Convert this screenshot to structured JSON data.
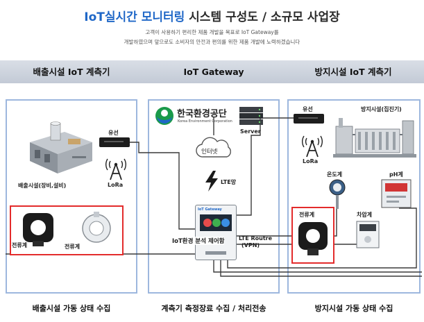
{
  "header": {
    "title_prefix": "IoT실시간 모니터링",
    "title_suffix": " 시스템 구성도 / 소규모 사업장",
    "subtitle_line1": "고객이 사용하기 편리한 제품 개발을 목표로 IoT Gateway를",
    "subtitle_line2": "개발하였으며 앞으로도 소비자의 안전과 편의를 위한 제품 개발에 노력하겠습니다"
  },
  "columns": {
    "left": {
      "heading": "배출시설 IoT 계측기",
      "footer": "배출시설 가동 상태 수집"
    },
    "center": {
      "heading": "IoT Gateway",
      "footer": "계측기 측정장료 수집 / 처리전송"
    },
    "right": {
      "heading": "방지시설 IoT 계측기",
      "footer": "방지시설 가동 상태 수집"
    }
  },
  "left_panel": {
    "router_label": "유선",
    "lora_label": "LoRa",
    "facility_label": "배출시설(장비,설비)",
    "sensor1_label": "전류계",
    "sensor2_label": "전류계"
  },
  "center_panel": {
    "org_name": "한국환경공단",
    "org_name_en": "Korea Environment Corporation",
    "server_label": "Server",
    "internet_label": "인터넷",
    "lte_label": "LTE망",
    "device_brand": "IoT Gateway",
    "device_label": "IoT환경 분석 제어함",
    "router_label_1": "LTE Routre",
    "router_label_2": "(VPN)"
  },
  "right_panel": {
    "router_label": "유선",
    "facility_label": "방지시설(집진기)",
    "lora_label": "LoRa",
    "thermo_label": "온도계",
    "ph_label": "pH계",
    "pressure_label": "차압계",
    "current_label": "전류계"
  },
  "colors": {
    "title_accent": "#1f67c7",
    "panel_border": "#9db7de",
    "highlight_border": "#e32b2b",
    "header_band": "#c8cfd9"
  }
}
